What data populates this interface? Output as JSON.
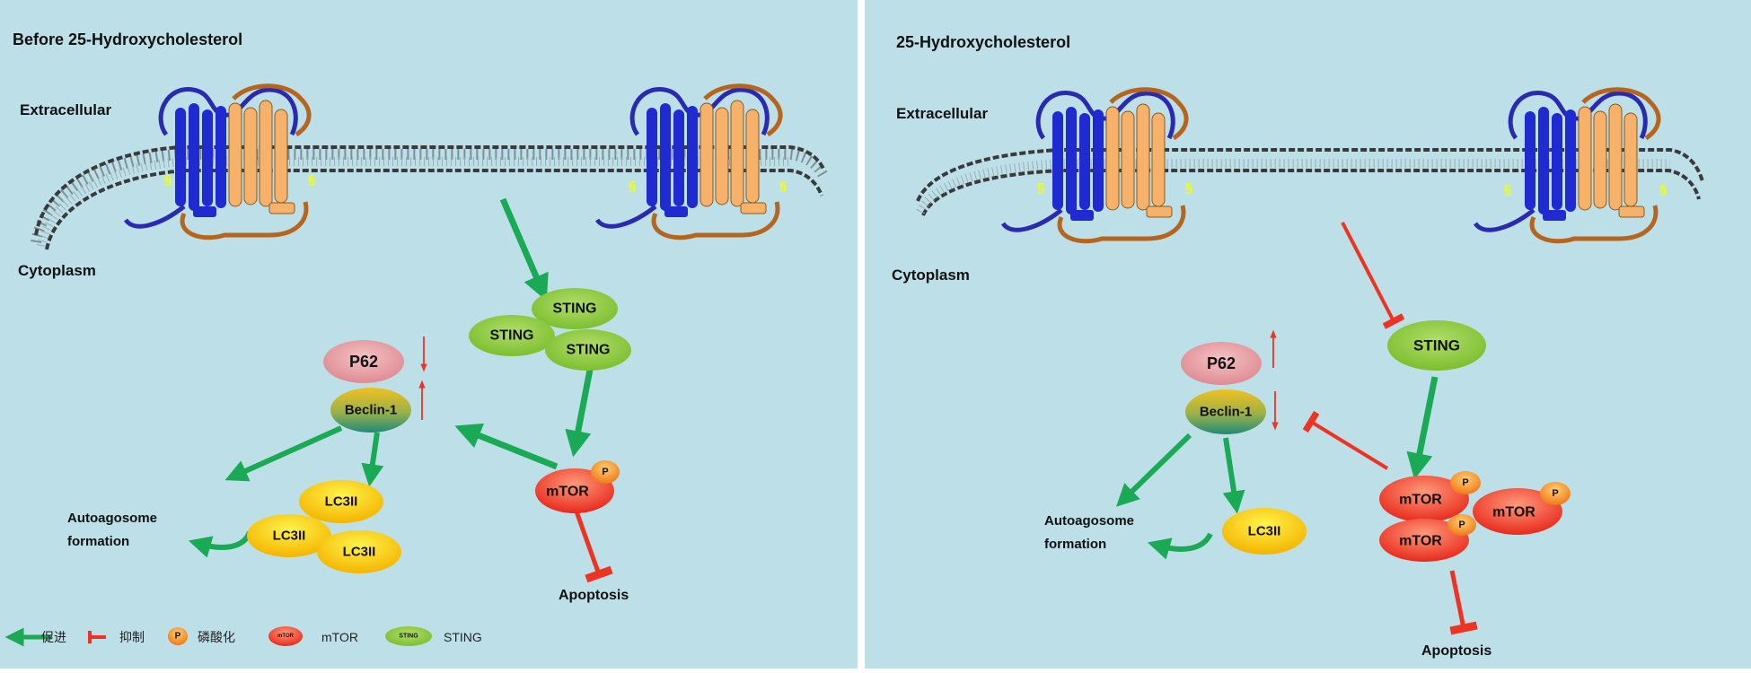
{
  "colors": {
    "background": "#bde0e8",
    "divider": "#ffffff",
    "promote_arrow": "#1aaa55",
    "inhibit_arrow": "#ee3322",
    "sting_fill": "#8cc63f",
    "p62_fill": "#e8a0a6",
    "lc3_fill": "#f7c815",
    "mtor_fill": "#f04a3a",
    "phospho_fill": "#f5a030",
    "membrane_head": "#333333",
    "protein_blue": "#1f2bd0",
    "protein_orange": "#f6b26b",
    "protein_brown": "#b5651d"
  },
  "left_panel": {
    "title": "Before 25-Hydroxycholesterol",
    "extracellular": "Extracellular",
    "cytoplasm": "Cytoplasm",
    "sting_1": "STING",
    "sting_2": "STING",
    "sting_3": "STING",
    "p62": "P62",
    "beclin": "Beclin-1",
    "lc3_1": "LC3II",
    "lc3_2": "LC3II",
    "lc3_3": "LC3II",
    "mtor": "mTOR",
    "phospho": "P",
    "autophagosome_line1": "Autoagosome",
    "autophagosome_line2": "formation",
    "apoptosis": "Apoptosis"
  },
  "right_panel": {
    "title": "25-Hydroxycholesterol",
    "extracellular": "Extracellular",
    "cytoplasm": "Cytoplasm",
    "sting": "STING",
    "p62": "P62",
    "beclin": "Beclin-1",
    "lc3": "LC3II",
    "mtor_1": "mTOR",
    "mtor_2": "mTOR",
    "mtor_3": "mTOR",
    "phospho": "P",
    "autophagosome_line1": "Autoagosome",
    "autophagosome_line2": "formation",
    "apoptosis": "Apoptosis"
  },
  "legend": {
    "promote": "促进",
    "inhibit": "抑制",
    "phospho_symbol": "P",
    "phosphorylation": "磷酸化",
    "mtor_symbol": "mTOR",
    "mtor": "mTOR",
    "sting_symbol": "STING",
    "sting": "STING"
  }
}
